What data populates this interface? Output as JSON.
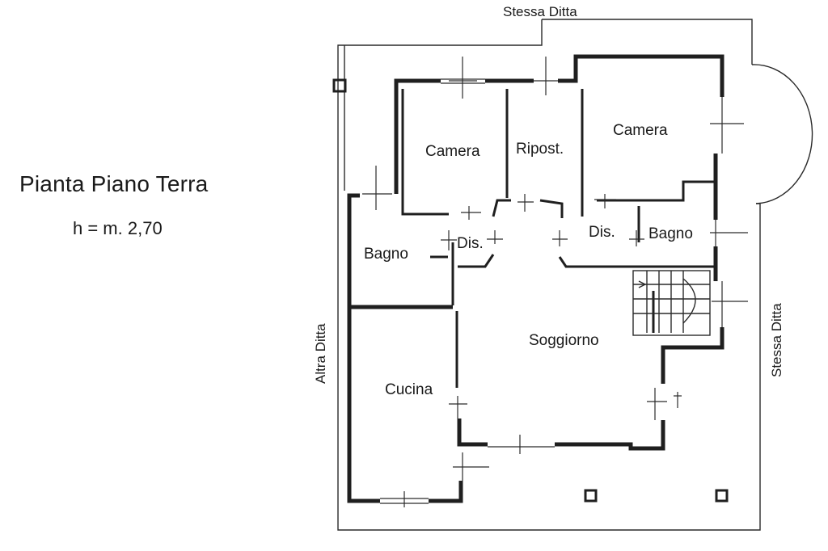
{
  "plan": {
    "title": "Pianta Piano Terra",
    "height": "h = m. 2,70"
  },
  "labels": {
    "top": "Stessa Ditta",
    "left": "Altra Ditta",
    "right": "Stessa Ditta"
  },
  "rooms": {
    "camera_left": "Camera",
    "ripostiglio": "Ripost.",
    "camera_right": "Camera",
    "bagno_left": "Bagno",
    "dis_left": "Dis.",
    "dis_right": "Dis.",
    "bagno_right": "Bagno",
    "soggiorno": "Soggiorno",
    "cucina": "Cucina"
  }
}
